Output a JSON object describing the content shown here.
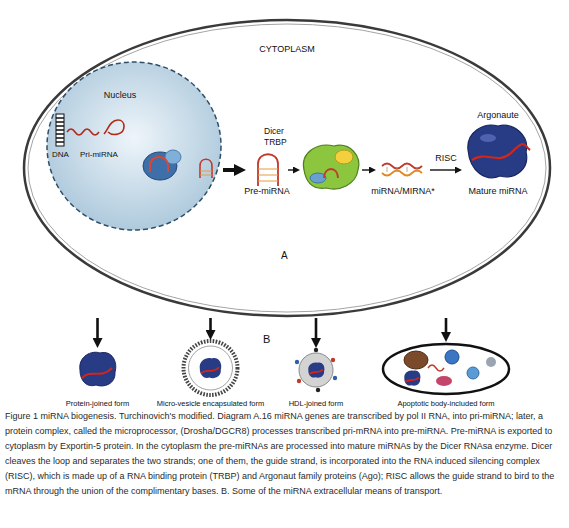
{
  "diagram": {
    "caption": "Figure 1 miRNA biogenesis. Turchinovich's modified. Diagram A.16 miRNA genes are transcribed by pol II RNA, into pri-miRNA; later, a protein complex, called the microprocessor, (Drosha/DGCR8) processes transcribed pri-mRNA into pre-miRNA. Pre-miRNA is exported to cytoplasm by Exportin-5 protein. In the cytoplasm the pre-miRNAs are processed into mature miRNAs by the Dicer RNAsa enzyme. Dicer cleaves the loop and separates the two strands; one of them, the guide strand, is incorporated into the RNA induced silencing complex (RISC), which is made up of a RNA binding protein (TRBP) and Argonaut family proteins (Ago); RISC allows the guide strand to bird to the mRNA through the union of the complimentary bases. B. Some of the miRNA extracellular means of transport.",
    "nodes": [
      {
        "text": [
          "CYTOPLASM"
        ]
      },
      {
        "text": [
          "Nucleus"
        ],
        "in": 0
      },
      {
        "text": [
          "Pre-miRNA"
        ],
        "in": 0
      },
      {
        "text": [
          "Dicer TRBP"
        ],
        "in": 0
      },
      {
        "text": [
          "miRNA/MIRNA*"
        ],
        "in": 0
      },
      {
        "text": [
          "Argonaute",
          "Mature miRNA"
        ],
        "in": 0
      },
      {
        "text": [
          "Protein-joined form"
        ]
      },
      {
        "text": [
          "Micro-vesicle encapsulated form"
        ]
      },
      {
        "text": [
          "HDL-joined form"
        ]
      },
      {
        "text": [
          "Apoptotic body-included form"
        ]
      }
    ],
    "edges": [
      {
        "from": 1,
        "to": 2,
        "arrow": "to"
      },
      {
        "from": 2,
        "to": 3,
        "arrow": "to"
      },
      {
        "from": 3,
        "to": 4,
        "arrow": "to"
      },
      {
        "from": 4,
        "to": 5,
        "arrow": "to",
        "label": "RISC"
      },
      {
        "from": 0,
        "to": 6,
        "arrow": "to"
      },
      {
        "from": 0,
        "to": 7,
        "arrow": "to"
      },
      {
        "from": 0,
        "to": 8,
        "arrow": "to"
      },
      {
        "from": 0,
        "to": 9,
        "arrow": "to"
      }
    ],
    "labels": [
      "DNA",
      "Pri-miRNA",
      "A",
      "B"
    ]
  }
}
